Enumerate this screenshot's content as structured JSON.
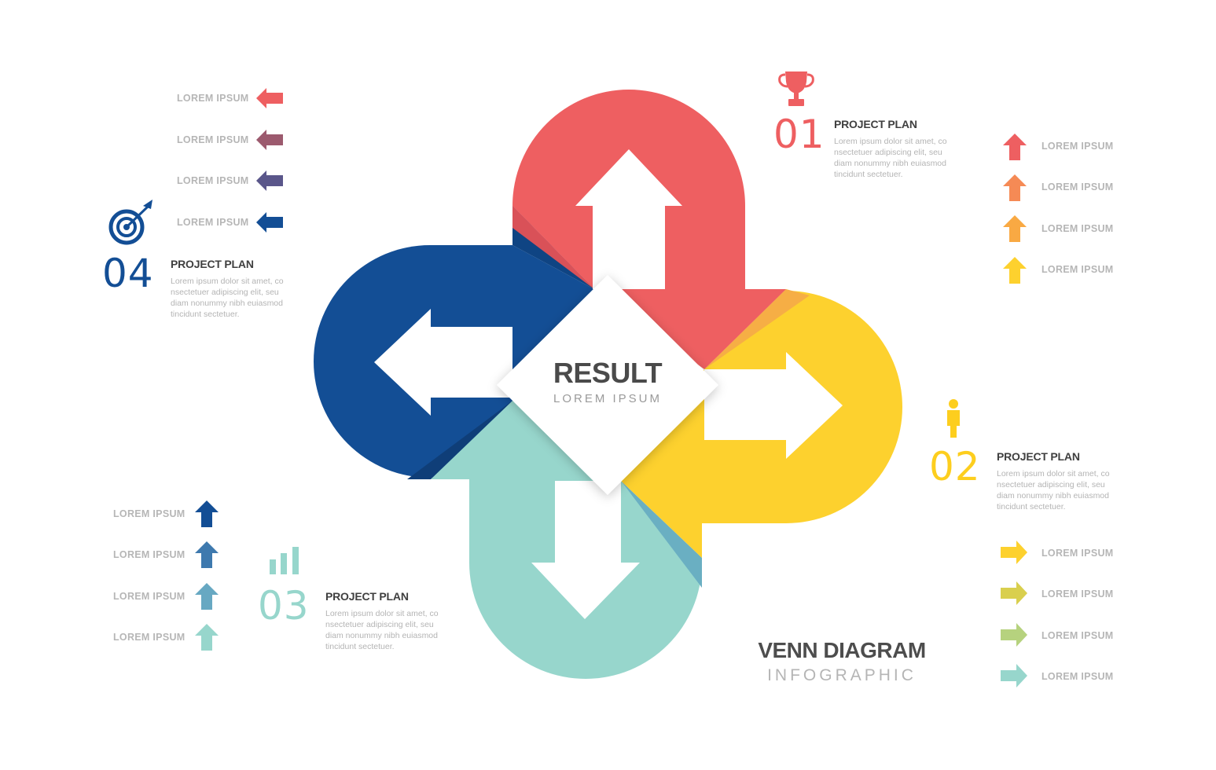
{
  "center": {
    "title": "RESULT",
    "subtitle": "LOREM IPSUM"
  },
  "footer": {
    "title": "VENN DIAGRAM",
    "subtitle": "INFOGRAPHIC"
  },
  "colors": {
    "red": "#EE5F61",
    "yellow": "#FDD12E",
    "teal": "#97D6CC",
    "navy": "#134E95"
  },
  "sections": [
    {
      "number": "01",
      "icon": "trophy-icon",
      "color": "#EE5F61",
      "title": "PROJECT PLAN",
      "body": "Lorem ipsum dolor sit amet, co nsectetuer adipiscing elit, seu diam nonummy nibh euiasmod tincidunt sectetuer."
    },
    {
      "number": "02",
      "icon": "person-icon",
      "color": "#FDCE1E",
      "title": "PROJECT PLAN",
      "body": "Lorem ipsum dolor sit amet, co nsectetuer adipiscing elit, seu diam nonummy nibh euiasmod tincidunt sectetuer."
    },
    {
      "number": "03",
      "icon": "bar-chart-icon",
      "color": "#97D6CC",
      "title": "PROJECT PLAN",
      "body": "Lorem ipsum dolor sit amet, co nsectetuer adipiscing elit, seu diam nonummy nibh euiasmod tincidunt sectetuer."
    },
    {
      "number": "04",
      "icon": "target-icon",
      "color": "#134E95",
      "title": "PROJECT PLAN",
      "body": "Lorem ipsum dolor sit amet, co nsectetuer adipiscing elit, seu diam nonummy nibh euiasmod tincidunt sectetuer."
    }
  ],
  "lists": {
    "top_left": [
      {
        "label": "LOREM IPSUM",
        "color": "#EE5F61",
        "icon": "arrow-left-icon"
      },
      {
        "label": "LOREM IPSUM",
        "color": "#9C5A6E",
        "icon": "arrow-left-icon"
      },
      {
        "label": "LOREM IPSUM",
        "color": "#5A568A",
        "icon": "arrow-left-icon"
      },
      {
        "label": "LOREM IPSUM",
        "color": "#134E95",
        "icon": "arrow-left-icon"
      }
    ],
    "top_right": [
      {
        "label": "LOREM IPSUM",
        "color": "#EE5F61",
        "icon": "arrow-up-icon"
      },
      {
        "label": "LOREM IPSUM",
        "color": "#F58A55",
        "icon": "arrow-up-icon"
      },
      {
        "label": "LOREM IPSUM",
        "color": "#F9A943",
        "icon": "arrow-up-icon"
      },
      {
        "label": "LOREM IPSUM",
        "color": "#FDD12E",
        "icon": "arrow-up-icon"
      }
    ],
    "bottom_left": [
      {
        "label": "LOREM IPSUM",
        "color": "#134E95",
        "icon": "arrow-up-icon"
      },
      {
        "label": "LOREM IPSUM",
        "color": "#3E79AE",
        "icon": "arrow-up-icon"
      },
      {
        "label": "LOREM IPSUM",
        "color": "#67A8C2",
        "icon": "arrow-up-icon"
      },
      {
        "label": "LOREM IPSUM",
        "color": "#97D6CC",
        "icon": "arrow-up-icon"
      }
    ],
    "bottom_right": [
      {
        "label": "LOREM IPSUM",
        "color": "#FDD12E",
        "icon": "arrow-right-icon"
      },
      {
        "label": "LOREM IPSUM",
        "color": "#D9CF4E",
        "icon": "arrow-right-icon"
      },
      {
        "label": "LOREM IPSUM",
        "color": "#B6D27E",
        "icon": "arrow-right-icon"
      },
      {
        "label": "LOREM IPSUM",
        "color": "#97D6CC",
        "icon": "arrow-right-icon"
      }
    ]
  }
}
